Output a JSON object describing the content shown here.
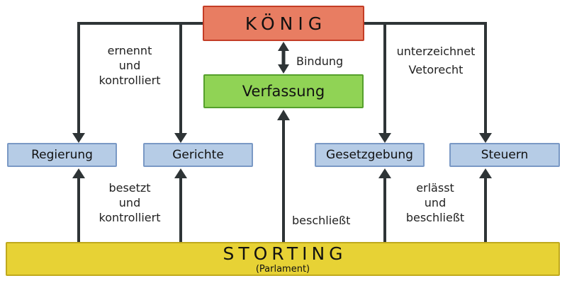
{
  "colors": {
    "koenig_fill": "#e87d62",
    "koenig_border": "#c43d26",
    "verfassung_fill": "#90d355",
    "verfassung_border": "#55a02c",
    "organ_fill": "#b6cce6",
    "organ_border": "#7a99c5",
    "storting_fill": "#e7d235",
    "storting_border": "#c0a91d",
    "arrow": "#2e3436",
    "background": "#ffffff",
    "text": "#111111"
  },
  "nodes": {
    "koenig": {
      "label": "KÖNIG"
    },
    "verfassung": {
      "label": "Verfassung"
    },
    "regierung": {
      "label": "Regierung"
    },
    "gerichte": {
      "label": "Gerichte"
    },
    "gesetzgebung": {
      "label": "Gesetzgebung"
    },
    "steuern": {
      "label": "Steuern"
    },
    "storting": {
      "label": "STORTING",
      "sublabel": "(Parlament)"
    }
  },
  "edge_labels": {
    "ernennt": {
      "lines": [
        "ernennt",
        "und",
        "kontrolliert"
      ]
    },
    "bindung": {
      "lines": [
        "Bindung"
      ]
    },
    "unterzeichnet": {
      "lines": [
        "unterzeichnet",
        "Vetorecht"
      ]
    },
    "besetzt": {
      "lines": [
        "besetzt",
        "und",
        "kontrolliert"
      ]
    },
    "beschliesst": {
      "lines": [
        "beschließt"
      ]
    },
    "erlaesst": {
      "lines": [
        "erlässt",
        "und",
        "beschließt"
      ]
    }
  },
  "edges": [
    {
      "from": "KÖNIG",
      "to": "Regierung",
      "label": "ernennt und kontrolliert",
      "direction": "down"
    },
    {
      "from": "KÖNIG",
      "to": "Gerichte",
      "label": "ernennt und kontrolliert",
      "direction": "down"
    },
    {
      "from": "KÖNIG",
      "to": "Verfassung",
      "label": "Bindung",
      "direction": "bidirectional"
    },
    {
      "from": "KÖNIG",
      "to": "Gesetzgebung",
      "label": "unterzeichnet Vetorecht",
      "direction": "down"
    },
    {
      "from": "KÖNIG",
      "to": "Steuern",
      "label": "unterzeichnet Vetorecht",
      "direction": "down"
    },
    {
      "from": "STORTING",
      "to": "Regierung",
      "label": "besetzt und kontrolliert",
      "direction": "up"
    },
    {
      "from": "STORTING",
      "to": "Gerichte",
      "label": "besetzt und kontrolliert",
      "direction": "up"
    },
    {
      "from": "STORTING",
      "to": "Verfassung",
      "label": "beschließt",
      "direction": "up"
    },
    {
      "from": "STORTING",
      "to": "Gesetzgebung",
      "label": "erlässt und beschließt",
      "direction": "up"
    },
    {
      "from": "STORTING",
      "to": "Steuern",
      "label": "erlässt und beschließt",
      "direction": "up"
    }
  ]
}
